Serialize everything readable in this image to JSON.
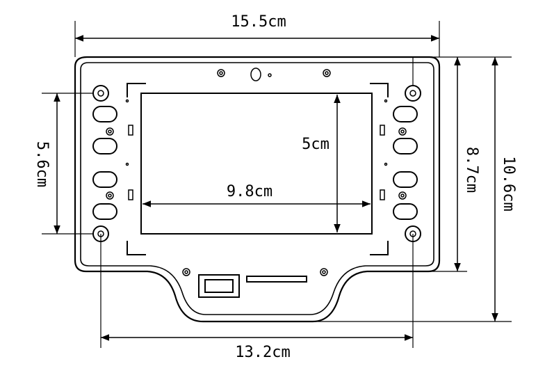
{
  "dimensions": {
    "overall_width": "15.5cm",
    "overall_height": "10.6cm",
    "body_height": "8.7cm",
    "screen_width": "9.8cm",
    "screen_height": "5cm",
    "hole_spacing_vertical": "5.6cm",
    "hole_spacing_horizontal": "13.2cm"
  },
  "colors": {
    "line": "#000000",
    "background": "#ffffff"
  }
}
